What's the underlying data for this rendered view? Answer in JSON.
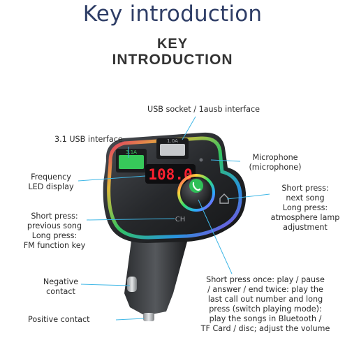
{
  "header": {
    "title": "Key introduction",
    "subtitle_line1": "KEY",
    "subtitle_line2": "INTRODUCTION"
  },
  "device": {
    "display_reading": "108.0",
    "usb_port_left_label": "3.1A",
    "usb_port_right_label": "1.0A",
    "ch_button_label": "CH"
  },
  "labels": {
    "usb_socket": "USB socket / 1ausb interface",
    "usb31": "3.1 USB interface",
    "microphone_1": "Microphone",
    "microphone_2": "(microphone)",
    "frequency_1": "Frequency",
    "frequency_2": "LED display",
    "next_1": "Short press:",
    "next_2": "next song",
    "next_3": "Long press:",
    "next_4": "atmosphere lamp",
    "next_5": "adjustment",
    "prev_1": "Short press:",
    "prev_2": "previous song",
    "prev_3": "Long press:",
    "prev_4": "FM function key",
    "negative_1": "Negative",
    "negative_2": "contact",
    "positive": "Positive contact",
    "center_1": "Short press once: play / pause",
    "center_2": "/ answer / end twice: play the",
    "center_3": "last call out number and long",
    "center_4": "press (switch playing mode):",
    "center_5": "play the songs in Bluetooth /",
    "center_6": "TF Card / disc; adjust the volume"
  },
  "colors": {
    "title": "#2e3d66",
    "leader_line": "#3fb7e6",
    "display_digits": "#ff2030",
    "usb_port_green": "#37c95a"
  }
}
